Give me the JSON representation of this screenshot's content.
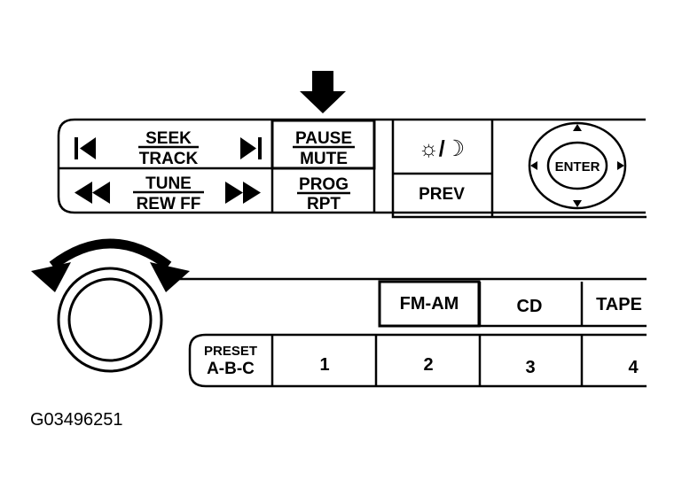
{
  "buttons": {
    "seek": "SEEK",
    "track": "TRACK",
    "tune": "TUNE",
    "rew_ff": "REW FF",
    "pause": "PAUSE",
    "mute": "MUTE",
    "prog": "PROG",
    "rpt": "RPT",
    "brightness": "☼/☽",
    "prev": "PREV",
    "enter": "ENTER",
    "fm_am": "FM-AM",
    "cd": "CD",
    "tape": "TAPE",
    "preset_top": "PRESET",
    "preset_bottom": "A-B-C",
    "preset_1": "1",
    "preset_2": "2",
    "preset_3": "3",
    "preset_4": "4"
  },
  "figure_code": "G03496251"
}
